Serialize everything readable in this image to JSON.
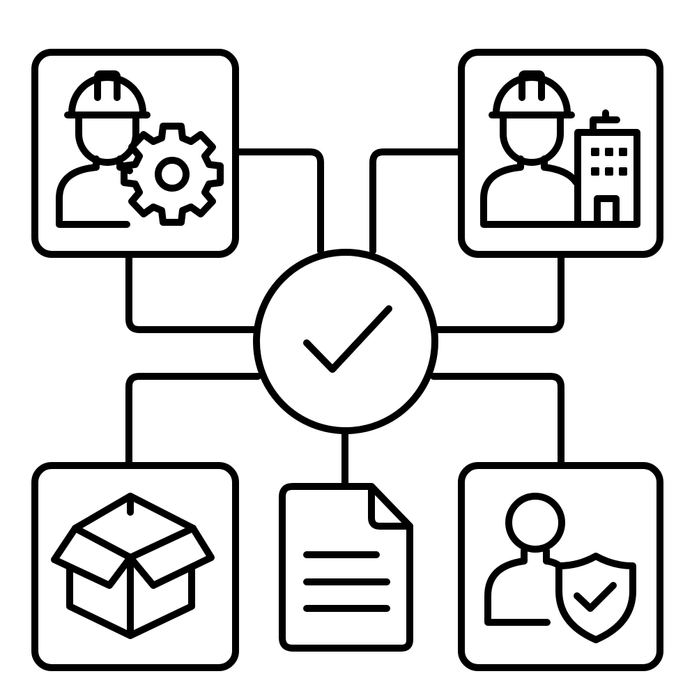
{
  "colors": {
    "stroke": "#000000",
    "background": "#ffffff"
  },
  "hub": {
    "icon": "check-icon"
  },
  "nodes": [
    {
      "id": "engineer-settings",
      "icons": [
        "engineer-icon",
        "gear-icon"
      ]
    },
    {
      "id": "engineer-building",
      "icons": [
        "engineer-icon",
        "building-icon"
      ]
    },
    {
      "id": "package",
      "icons": [
        "open-box-icon"
      ]
    },
    {
      "id": "document",
      "icons": [
        "document-icon"
      ]
    },
    {
      "id": "verified-user",
      "icons": [
        "user-icon",
        "shield-check-icon"
      ]
    }
  ]
}
